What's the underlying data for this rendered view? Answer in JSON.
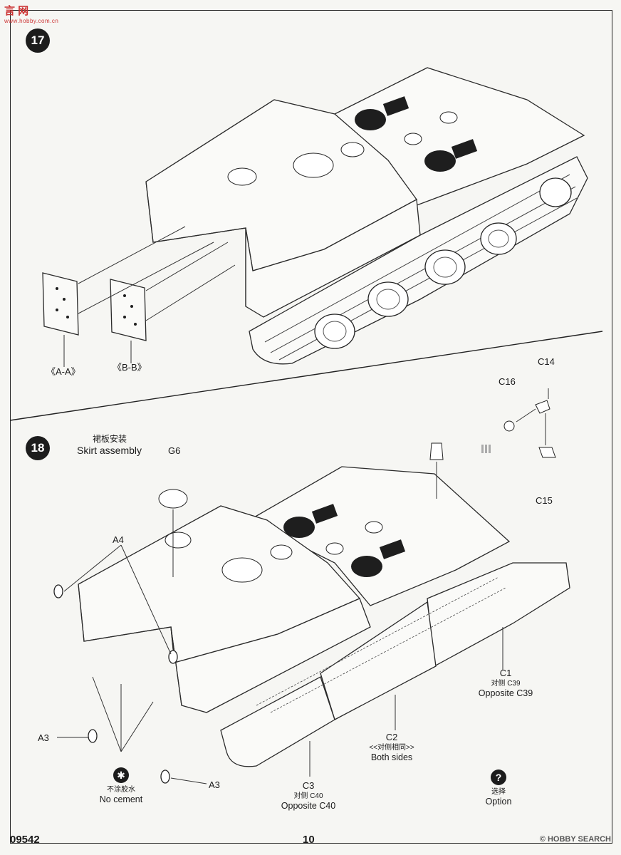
{
  "watermark_top": {
    "cn": "言 网",
    "url": "www.hobby.com.cn"
  },
  "step17": {
    "number": "17",
    "labels": {
      "aa": "《A-A》",
      "bb": "《B-B》"
    }
  },
  "step18": {
    "number": "18",
    "title_cn": "裙板安装",
    "title_en": "Skirt assembly",
    "parts": {
      "g6": "G6",
      "a4": "A4",
      "a3_left": "A3",
      "a3_right": "A3",
      "c14": "C14",
      "c15": "C15",
      "c16": "C16"
    },
    "c1": {
      "part": "C1",
      "cn": "对侧 C39",
      "en": "Opposite C39"
    },
    "c2": {
      "part": "C2",
      "cn": "<<对侧相同>>",
      "en": "Both sides"
    },
    "c3": {
      "part": "C3",
      "cn": "对侧 C40",
      "en": "Opposite C40"
    },
    "no_cement": {
      "symbol": "✱",
      "cn": "不涂胶水",
      "en": "No cement"
    },
    "option": {
      "symbol": "?",
      "cn": "选择",
      "en": "Option"
    }
  },
  "footer": {
    "kit_number": "09542",
    "page_number": "10",
    "watermark": "© HOBBY SEARCH"
  }
}
